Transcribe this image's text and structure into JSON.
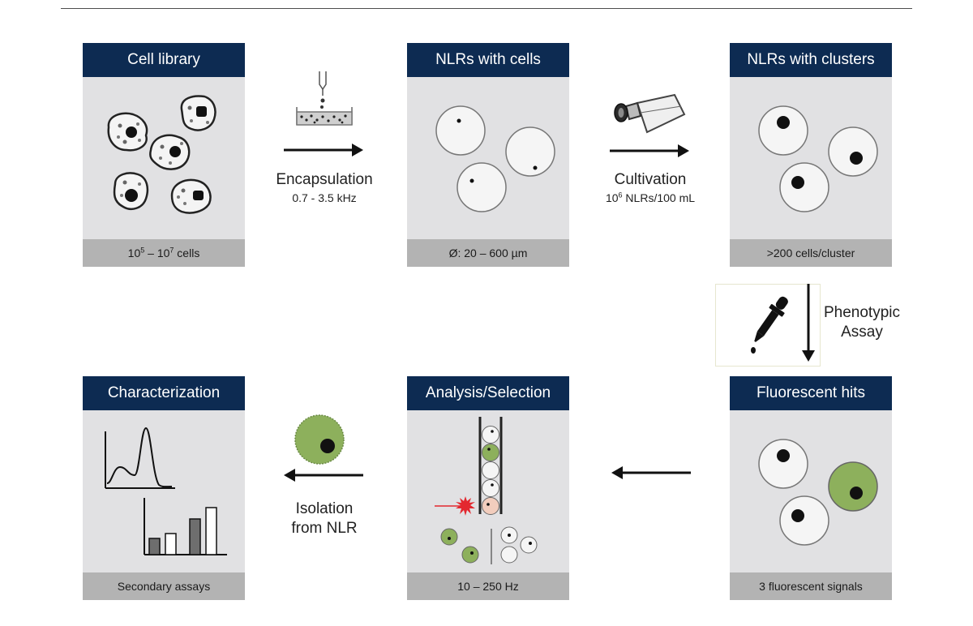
{
  "cards": {
    "library": {
      "title": "Cell library",
      "footer_base1": "10",
      "footer_exp1": "5",
      "footer_dash": " – ",
      "footer_base2": "10",
      "footer_exp2": "7",
      "footer_tail": " cells"
    },
    "nlr_cells": {
      "title": "NLRs with cells",
      "footer": "Ø: 20 – 600 µm"
    },
    "nlr_clusters": {
      "title": "NLRs with clusters",
      "footer": ">200 cells/cluster"
    },
    "fluorescent": {
      "title": "Fluorescent hits",
      "footer": "3 fluorescent signals"
    },
    "analysis": {
      "title": "Analysis/Selection",
      "footer": "10 – 250 Hz"
    },
    "characterization": {
      "title": "Characterization",
      "footer": "Secondary assays"
    }
  },
  "steps": {
    "encapsulation": {
      "label": "Encapsulation",
      "detail": "0.7 - 3.5 kHz"
    },
    "cultivation": {
      "label": "Cultivation",
      "detail_base": "10",
      "detail_exp": "6",
      "detail_tail": " NLRs/100 mL"
    },
    "phenotypic": {
      "line1": "Phenotypic",
      "line2": "Assay"
    },
    "isolation": {
      "line1": "Isolation",
      "line2": "from NLR"
    }
  },
  "colors": {
    "header": "#0d2b52",
    "panel": "#e1e1e3",
    "footer": "#b3b3b3",
    "fluorescent_green": "#8db05c",
    "laser_red": "#e3282f"
  },
  "icons": {
    "dispenser": "droplet-dispenser-icon",
    "flask": "culture-flask-icon",
    "pipette": "dropper-pipette-icon",
    "isolated_nlr": "green-nlr-icon"
  }
}
